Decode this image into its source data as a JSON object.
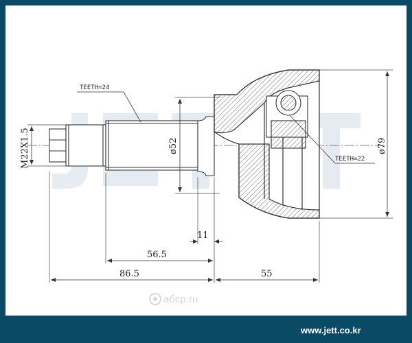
{
  "labels": {
    "teeth_outer": "TEETH=24",
    "teeth_inner": "TEETH=22",
    "thread": "M22X1.5",
    "dia_shaft": "ø52",
    "dia_bell": "ø79",
    "len_11": "11",
    "len_56_5": "56.5",
    "len_86_5": "86.5",
    "len_55": "55"
  },
  "footer": {
    "site": "www.jett.co.kr",
    "watermark": "aбcp.ru"
  },
  "colors": {
    "frame": "#0a4a64",
    "watermark": "#d8e0e8",
    "line": "#333333"
  }
}
